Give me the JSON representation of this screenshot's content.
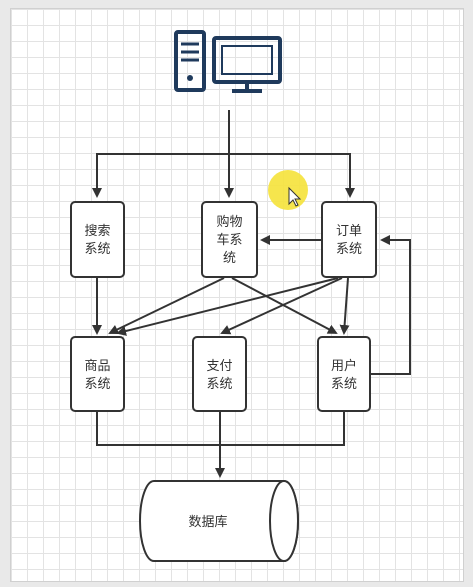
{
  "nodes": {
    "search": {
      "line1": "搜索",
      "line2": "系统"
    },
    "cart": {
      "line1": "购物",
      "line2": "车系",
      "line3": "统"
    },
    "order": {
      "line1": "订单",
      "line2": "系统"
    },
    "product": {
      "line1": "商品",
      "line2": "系统"
    },
    "payment": {
      "line1": "支付",
      "line2": "系统"
    },
    "user": {
      "line1": "用户",
      "line2": "系统"
    },
    "database": {
      "label": "数据库"
    }
  },
  "colors": {
    "stroke": "#333333",
    "icon": "#1f3a5c",
    "cursor_highlight": "#f5e23a",
    "node_fill": "#ffffff"
  },
  "icons": [
    "computer-tower-icon",
    "monitor-icon",
    "mouse-cursor-icon"
  ]
}
